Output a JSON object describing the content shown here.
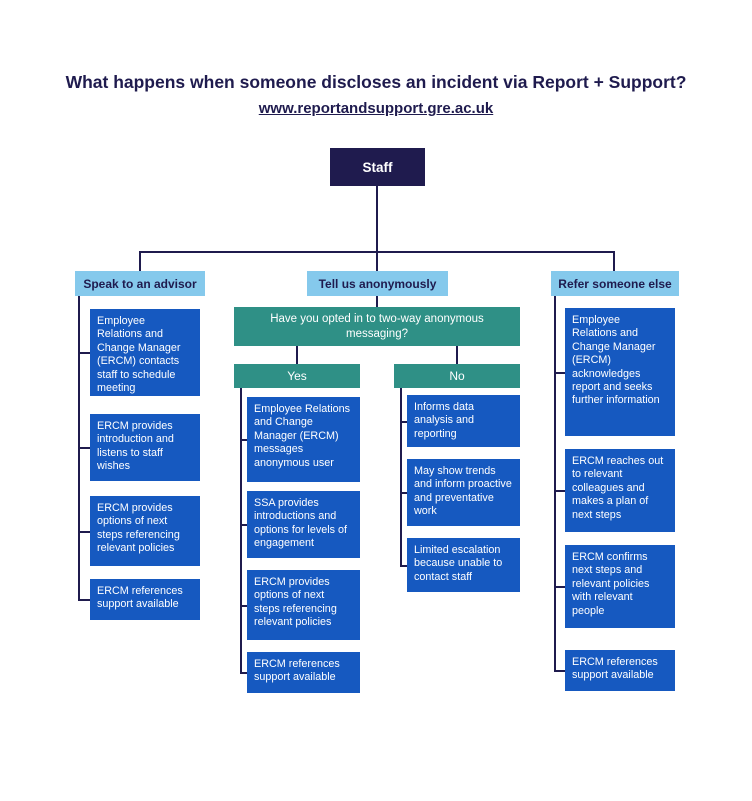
{
  "title": "What happens when someone discloses an incident via Report + Support?",
  "url": "www.reportandsupport.gre.ac.uk",
  "root_label": "Staff",
  "colors": {
    "navy": "#1f1b4e",
    "light_blue": "#85c9ec",
    "blue": "#1659c0",
    "teal": "#2f9086"
  },
  "branches": [
    {
      "header": "Speak to an advisor",
      "boxes": [
        "Employee Relations and Change Manager (ERCM) contacts staff to schedule meeting",
        "ERCM provides introduction and listens to staff wishes",
        "ERCM provides options of next steps referencing relevant policies",
        "ERCM references support available"
      ]
    },
    {
      "header": "Tell us anonymously",
      "question": "Have you opted in to two-way anonymous messaging?",
      "yes": {
        "label": "Yes",
        "boxes": [
          "Employee Relations and Change Manager (ERCM) messages anonymous user",
          "SSA provides introductions and options for levels of engagement",
          "ERCM provides options of next steps referencing relevant policies",
          "ERCM references support available"
        ]
      },
      "no": {
        "label": "No",
        "boxes": [
          "Informs data analysis and reporting",
          "May show trends and inform proactive and preventative work",
          "Limited escalation because unable to contact staff"
        ]
      }
    },
    {
      "header": "Refer someone else",
      "boxes": [
        "Employee Relations and Change Manager (ERCM) acknowledges report and seeks further information",
        "ERCM reaches out to relevant colleagues and makes a plan of next steps",
        "ERCM confirms next steps and relevant policies with relevant people",
        "ERCM references support available"
      ]
    }
  ]
}
